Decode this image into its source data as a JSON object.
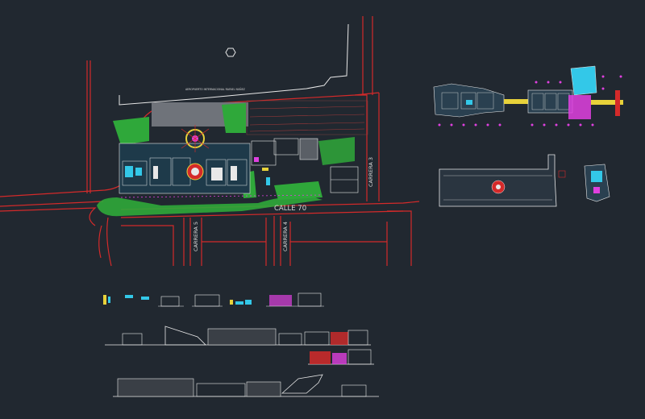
{
  "drawing": {
    "background": "#212830",
    "colors": {
      "road": "#d42a2a",
      "green": "#2fa83a",
      "white": "#e8e8e8",
      "magenta": "#e040e0",
      "cyan": "#33c8e8",
      "yellow": "#e8d23a",
      "gray": "#8a8f98"
    },
    "labels": {
      "street_main": "CALLE 70",
      "carrera_5": "CARRERA 5",
      "carrera_4": "CARRERA 4",
      "carrera_3": "CARRERA 3",
      "top_road_note": "AEROPUERTO INTERNACIONAL RAFAEL NUÑEZ"
    }
  }
}
